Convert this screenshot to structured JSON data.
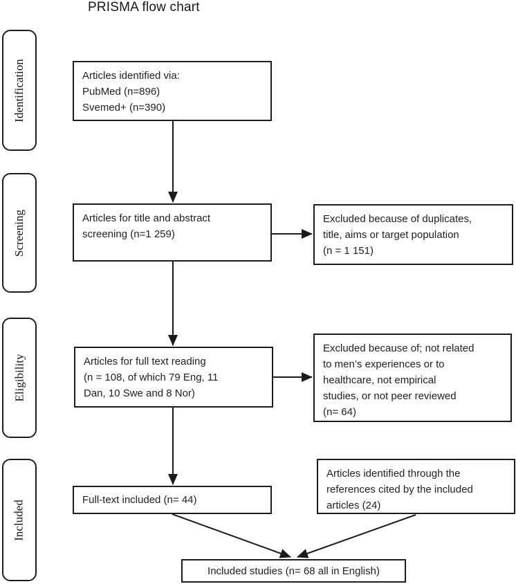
{
  "title": "PRISMA flow chart",
  "colors": {
    "line": "#1a1a1a",
    "text": "#1f1f1f",
    "background": "#ffffff"
  },
  "stages": [
    {
      "label": "Identification"
    },
    {
      "label": "Screening"
    },
    {
      "label": "Eligibility"
    },
    {
      "label": "Included"
    }
  ],
  "boxes": {
    "identified": "Articles identified via:\nPubMed (n=896)\nSvemed+ (n=390)",
    "screening": "Articles for title and abstract\nscreening (n=1 259)",
    "excluded_screening": "Excluded because of duplicates,\ntitle, aims or target population\n(n = 1 151)",
    "full_text": "Articles for full text reading\n(n = 108, of which 79 Eng, 11\nDan, 10 Swe and 8 Nor)",
    "excluded_full_text": "Excluded because of; not related\nto men’s experiences or to\nhealthcare, not empirical\nstudies, or not peer reviewed\n(n= 64)",
    "full_text_included": "Full-text included (n= 44)",
    "references": "Articles identified through the\nreferences cited by the included\narticles (24)",
    "included_studies": "Included studies (n= 68 all in English)"
  }
}
